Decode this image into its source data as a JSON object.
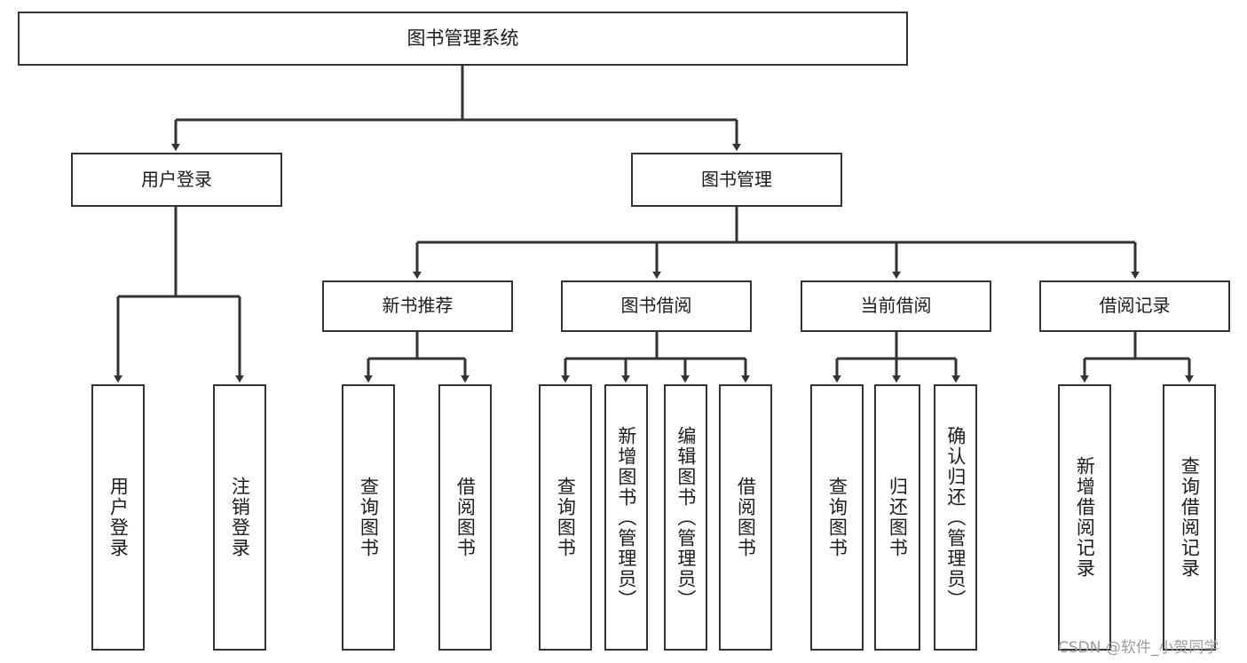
{
  "diagram": {
    "type": "tree",
    "title": "图书管理系统",
    "watermark": "CSDN @软件_小贺同学",
    "colors": {
      "stroke": "#333333",
      "fill": "#ffffff",
      "text": "#1b1b1b",
      "watermark": "#9b9b9b"
    },
    "root": {
      "label": "图书管理系统"
    },
    "level2": [
      {
        "label": "用户登录"
      },
      {
        "label": "图书管理"
      }
    ],
    "level3": [
      {
        "label": "新书推荐"
      },
      {
        "label": "图书借阅"
      },
      {
        "label": "当前借阅"
      },
      {
        "label": "借阅记录"
      }
    ],
    "leaves": {
      "user_login": [
        {
          "label": "用户登录"
        },
        {
          "label": "注销登录"
        }
      ],
      "new_book": [
        {
          "label": "查询图书"
        },
        {
          "label": "借阅图书"
        }
      ],
      "book_borrow": [
        {
          "label": "查询图书"
        },
        {
          "label": "新增图书（管理员）"
        },
        {
          "label": "编辑图书（管理员）"
        },
        {
          "label": "借阅图书"
        }
      ],
      "current_borrow": [
        {
          "label": "查询图书"
        },
        {
          "label": "归还图书"
        },
        {
          "label": "确认归还（管理员）"
        }
      ],
      "borrow_record": [
        {
          "label": "新增借阅记录"
        },
        {
          "label": "查询借阅记录"
        }
      ]
    }
  }
}
